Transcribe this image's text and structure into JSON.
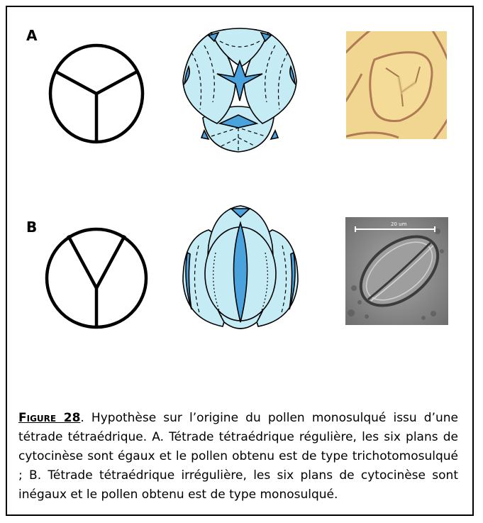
{
  "panels": [
    {
      "label": "A"
    },
    {
      "label": "B"
    }
  ],
  "micrograph_b": {
    "scale_label": "20 um"
  },
  "caption": {
    "figure_number": "Figure 28",
    "text": ". Hypothèse sur l’origine du pollen monosulqué issu d’une tétrade tétraédrique. A. Tétrade tétraédrique régulière, les six plans de cytocinèse sont égaux et le pollen obtenu est de type trichotomosulqué ; B. Tétrade tétraédrique irrégulière, les six plans de cytocinèse sont inégaux et le pollen obtenu est de type monosulqué."
  },
  "colors": {
    "cell_fill": "#c5ecf5",
    "aperture_fill": "#4aa3dd",
    "outline": "#000000",
    "photo_a_background": "#f2d98e",
    "photo_b_background": "#8f8f8f"
  }
}
